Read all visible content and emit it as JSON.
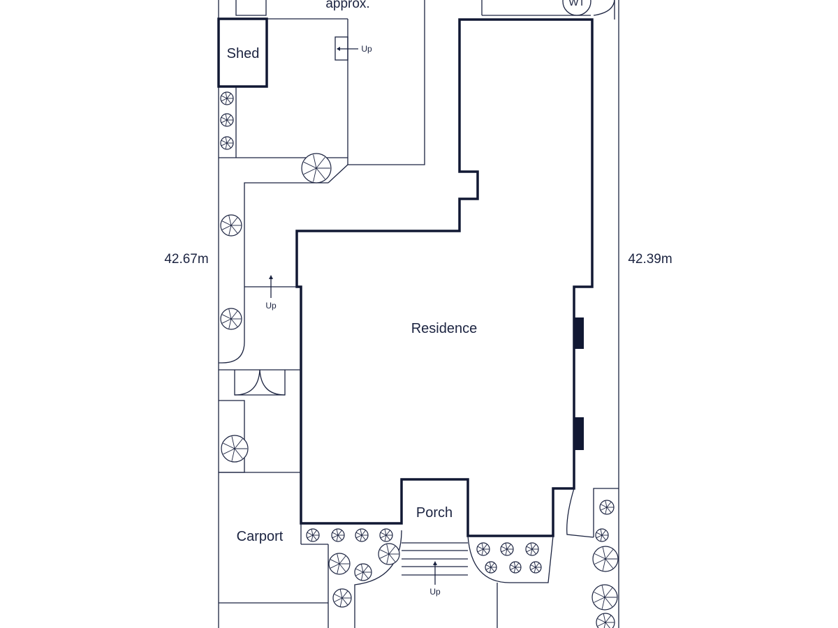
{
  "plan": {
    "partial_label": "approx.",
    "wt_label": "WT",
    "dimensions": {
      "left": "42.67m",
      "right": "42.39m"
    },
    "rooms": {
      "shed": "Shed",
      "residence": "Residence",
      "porch": "Porch",
      "carport": "Carport"
    },
    "stairs": {
      "up_label": "Up"
    }
  },
  "colors": {
    "line": "#1b2340",
    "background": "#ffffff"
  }
}
